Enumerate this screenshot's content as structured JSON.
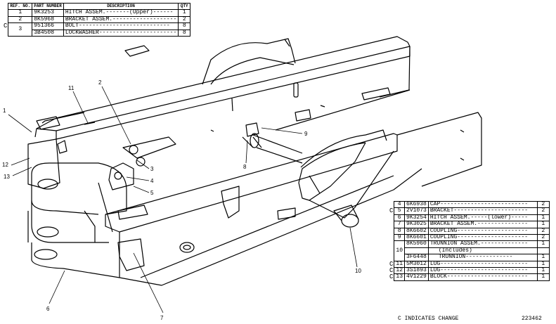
{
  "top_table": {
    "headers": {
      "ref": "REF. NO.",
      "part": "PART NUMBER",
      "desc": "DESCRIPTION",
      "qty": "QTY"
    },
    "change_mark": "C",
    "rows": [
      {
        "ref": "1",
        "part": "9K3253",
        "desc": "HITCH ASSEM.-------(Upper)------",
        "qty": "1"
      },
      {
        "ref": "2",
        "part": "8K5968",
        "desc": "BRACKET ASSEM.-------------------",
        "qty": "2"
      },
      {
        "ref": "3",
        "part": "951366",
        "desc": "BOLT---------------------------",
        "qty": "8"
      },
      {
        "ref": "",
        "part": "3B4508",
        "desc": "LOCKWASHER-----------------------",
        "qty": "8"
      }
    ]
  },
  "bottom_table": {
    "rows": [
      {
        "c": "",
        "ref": "4",
        "part": "6K6938",
        "desc": "CAP--------------------------",
        "qty": "2"
      },
      {
        "c": "C",
        "ref": "5",
        "part": "2V1073",
        "desc": "BRACKET----------------------",
        "qty": "2"
      },
      {
        "c": "",
        "ref": "6",
        "part": "9K3254",
        "desc": "HITCH ASSEM.-----(lower)-----",
        "qty": "1"
      },
      {
        "c": "",
        "ref": "7",
        "part": "9K3025",
        "desc": "BRACKET ASSEM.---------------",
        "qty": "1"
      },
      {
        "c": "",
        "ref": "8",
        "part": "8K6602",
        "desc": "COUPLING---------------------",
        "qty": "2"
      },
      {
        "c": "",
        "ref": "9",
        "part": "8K6601",
        "desc": "COUPLING---------------------",
        "qty": "2"
      },
      {
        "c": "",
        "ref": "",
        "part": "8K5960",
        "desc": "TRUNNION ASSEM.--------------",
        "qty": "1"
      },
      {
        "c": "",
        "ref": "",
        "part": "",
        "desc": "(Includes)",
        "qty": ""
      },
      {
        "c": "",
        "ref": "",
        "part": "3F6448",
        "desc": "TRUNNION--------------",
        "qty": "1"
      },
      {
        "c": "C",
        "ref": "11",
        "part": "5M3012",
        "desc": "LUG--------------------------",
        "qty": "1"
      },
      {
        "c": "C",
        "ref": "12",
        "part": "3S1893",
        "desc": "LUG--------------------------",
        "qty": "1"
      },
      {
        "c": "C",
        "ref": "13",
        "part": "4V1229",
        "desc": "BLOCK------------------------",
        "qty": "1"
      }
    ],
    "ref_10": "10"
  },
  "footer": {
    "note": "C INDICATES CHANGE",
    "drawing_number": "223462"
  },
  "callouts": [
    "1",
    "2",
    "3",
    "4",
    "5",
    "6",
    "7",
    "8",
    "9",
    "10",
    "11",
    "12",
    "13"
  ]
}
